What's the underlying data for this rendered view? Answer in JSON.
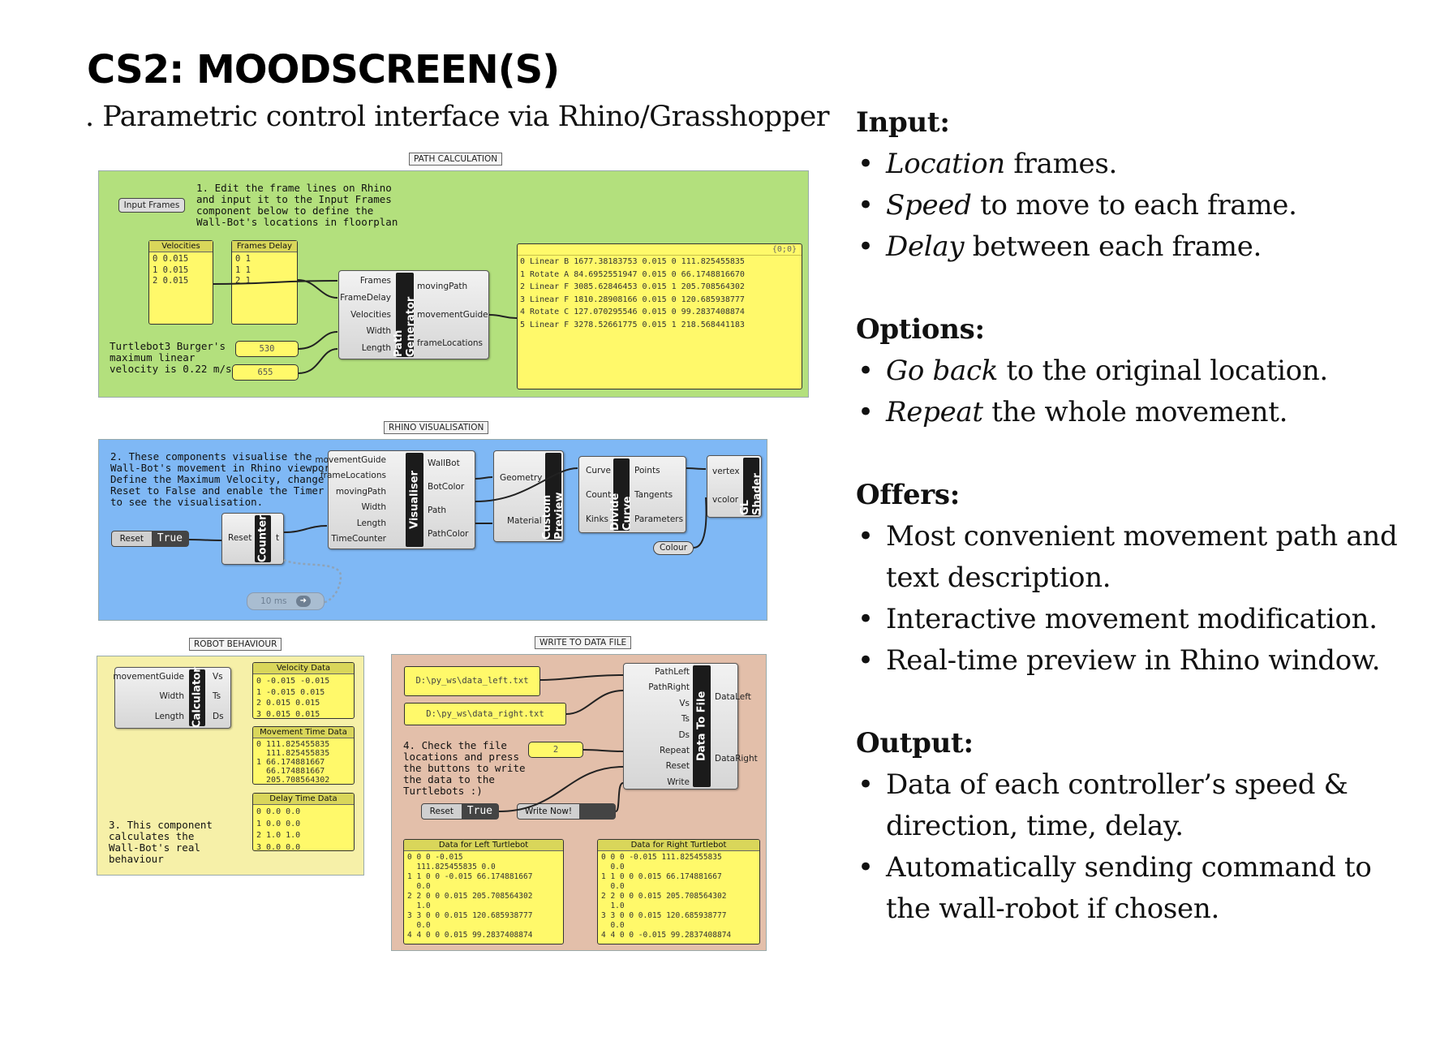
{
  "title": "CS2: MOODSCREEN(S)",
  "subtitle": ". Parametric control interface via Rhino/Grasshopper",
  "right": {
    "input": {
      "heading": "Input:",
      "items": [
        {
          "em": "Location",
          "rest": " frames."
        },
        {
          "em": "Speed",
          "rest": " to move to each frame."
        },
        {
          "em": "Delay",
          "rest": " between each frame."
        }
      ]
    },
    "options": {
      "heading": "Options:",
      "items": [
        {
          "em": "Go back",
          "rest": " to the original location."
        },
        {
          "em": "Repeat",
          "rest": " the whole movement."
        }
      ]
    },
    "offers": {
      "heading": "Offers:",
      "items": [
        {
          "em": "",
          "rest": "Most convenient movement path and text description."
        },
        {
          "em": "",
          "rest": "Interactive movement modification."
        },
        {
          "em": "",
          "rest": "Real-time preview in Rhino window."
        }
      ]
    },
    "output": {
      "heading": "Output:",
      "items": [
        {
          "em": "",
          "rest": "Data of each controller’s speed & direction, time, delay."
        },
        {
          "em": "",
          "rest": "Automatically sending command to the wall-robot if chosen."
        }
      ]
    }
  },
  "path": {
    "label": "PATH CALCULATION",
    "note1": "1. Edit the frame lines on Rhino\nand input it to the Input Frames\ncomponent below to define the\nWall-Bot's locations in floorplan",
    "input_frames": "Input Frames",
    "velocities": {
      "head": "Velocities",
      "rows": "0 0.015\n1 0.015\n2 0.015"
    },
    "delays": {
      "head": "Frames Delay",
      "rows": "0 1\n1 1\n2 1"
    },
    "note2": "Turtlebot3 Burger's\nmaximum linear\nvelocity is 0.22 m/s",
    "width_value": "530",
    "length_value": "655",
    "generator": {
      "name": "Path Generator",
      "inputs": [
        "Frames",
        "FrameDelay",
        "Velocities",
        "Width",
        "Length"
      ],
      "outputs": [
        "movingPath",
        "movementGuide",
        "frameLocations"
      ]
    },
    "panel": {
      "tag": "{0;0}",
      "rows": "0 Linear B 1677.38183753 0.015 0 111.825455835\n1 Rotate A 84.6952551947 0.015 0 66.1748816670\n2 Linear F 3085.62846453 0.015 1 205.708564302\n3 Linear F 1810.28908166 0.015 0 120.685938777\n4 Rotate C 127.070295546 0.015 0 99.2837408874\n5 Linear F 3278.52661775 0.015 1 218.568441183"
    }
  },
  "rhino": {
    "label": "RHINO VISUALISATION",
    "note": "2. These components visualise the\nWall-Bot's movement in Rhino viewport.\nDefine the Maximum Velocity, change\nReset to False and enable the Timer\nto see the visualisation.",
    "visualiser": {
      "name": "Visualiser",
      "inputs": [
        "movementGuide",
        "frameLocations",
        "movingPath",
        "Width",
        "Length",
        "TimeCounter"
      ],
      "outputs": [
        "WallBot",
        "BotColor",
        "Path",
        "PathColor"
      ]
    },
    "preview": {
      "name": "Custom Preview",
      "inputs": [
        "Geometry",
        "Material"
      ]
    },
    "divide": {
      "name": "Divide Curve",
      "inputs": [
        "Curve",
        "Count",
        "Kinks"
      ],
      "outputs": [
        "Points",
        "Tangents",
        "Parameters"
      ]
    },
    "shader": {
      "name": "GL Shader",
      "inputs": [
        "vertex",
        "vcolor"
      ]
    },
    "colour": "Colour",
    "reset": {
      "label": "Reset",
      "value": "True"
    },
    "counter": {
      "name": "Counter",
      "inputs": [
        "Reset"
      ],
      "outputs": [
        "t"
      ]
    },
    "timer": "10 ms"
  },
  "robot": {
    "label": "ROBOT BEHAVIOUR",
    "calc": {
      "name": "Calculator",
      "inputs": [
        "movementGuide",
        "Width",
        "Length"
      ],
      "outputs": [
        "Vs",
        "Ts",
        "Ds"
      ]
    },
    "vel": {
      "head": "Velocity Data",
      "rows": "0 -0.015 -0.015\n1 -0.015 0.015\n2 0.015 0.015\n3 0.015 0.015"
    },
    "mov": {
      "head": "Movement Time Data",
      "rows": "0 111.825455835\n  111.825455835\n1 66.174881667\n  66.174881667\n  205.708564302"
    },
    "del": {
      "head": "Delay Time Data",
      "rows": "0 0.0 0.0\n1 0.0 0.0\n2 1.0 1.0\n3 0.0 0.0"
    },
    "note": "3. This component\ncalculates the\nWall-Bot's real\nbehaviour"
  },
  "write": {
    "label": "WRITE TO DATA FILE",
    "left_path": "D:\\py_ws\\data_left.txt",
    "right_path": "D:\\py_ws\\data_right.txt",
    "note": "4. Check the file\nlocations and press\nthe buttons to write\nthe data to the\nTurtlebots :)",
    "repeat_value": "2",
    "dtf": {
      "name": "Data To File",
      "inputs": [
        "PathLeft",
        "PathRight",
        "Vs",
        "Ts",
        "Ds",
        "Repeat",
        "Reset",
        "Write"
      ],
      "outputs": [
        "DataLeft",
        "DataRight"
      ]
    },
    "reset": {
      "label": "Reset",
      "value": "True"
    },
    "write_now": "Write Now!",
    "left_panel": {
      "head": "Data for Left Turtlebot",
      "rows": "0 0 0 -0.015\n  111.825455835 0.0\n1 1 0 0 -0.015 66.174881667\n  0.0\n2 2 0 0 0.015 205.708564302\n  1.0\n3 3 0 0 0.015 120.685938777\n  0.0\n4 4 0 0 0.015 99.2837408874"
    },
    "right_panel": {
      "head": "Data for Right Turtlebot",
      "rows": "0 0 0 -0.015 111.825455835\n  0.0\n1 1 0 0 0.015 66.174881667\n  0.0\n2 2 0 0 0.015 205.708564302\n  1.0\n3 3 0 0 0.015 120.685938777\n  0.0\n4 4 0 0 -0.015 99.2837408874"
    }
  },
  "colors": {
    "green": "#b3e07d",
    "blue": "#7fb8f5",
    "cream": "#f6f0a8",
    "tan": "#e3bfaa",
    "panel_yellow": "#fff96a"
  }
}
